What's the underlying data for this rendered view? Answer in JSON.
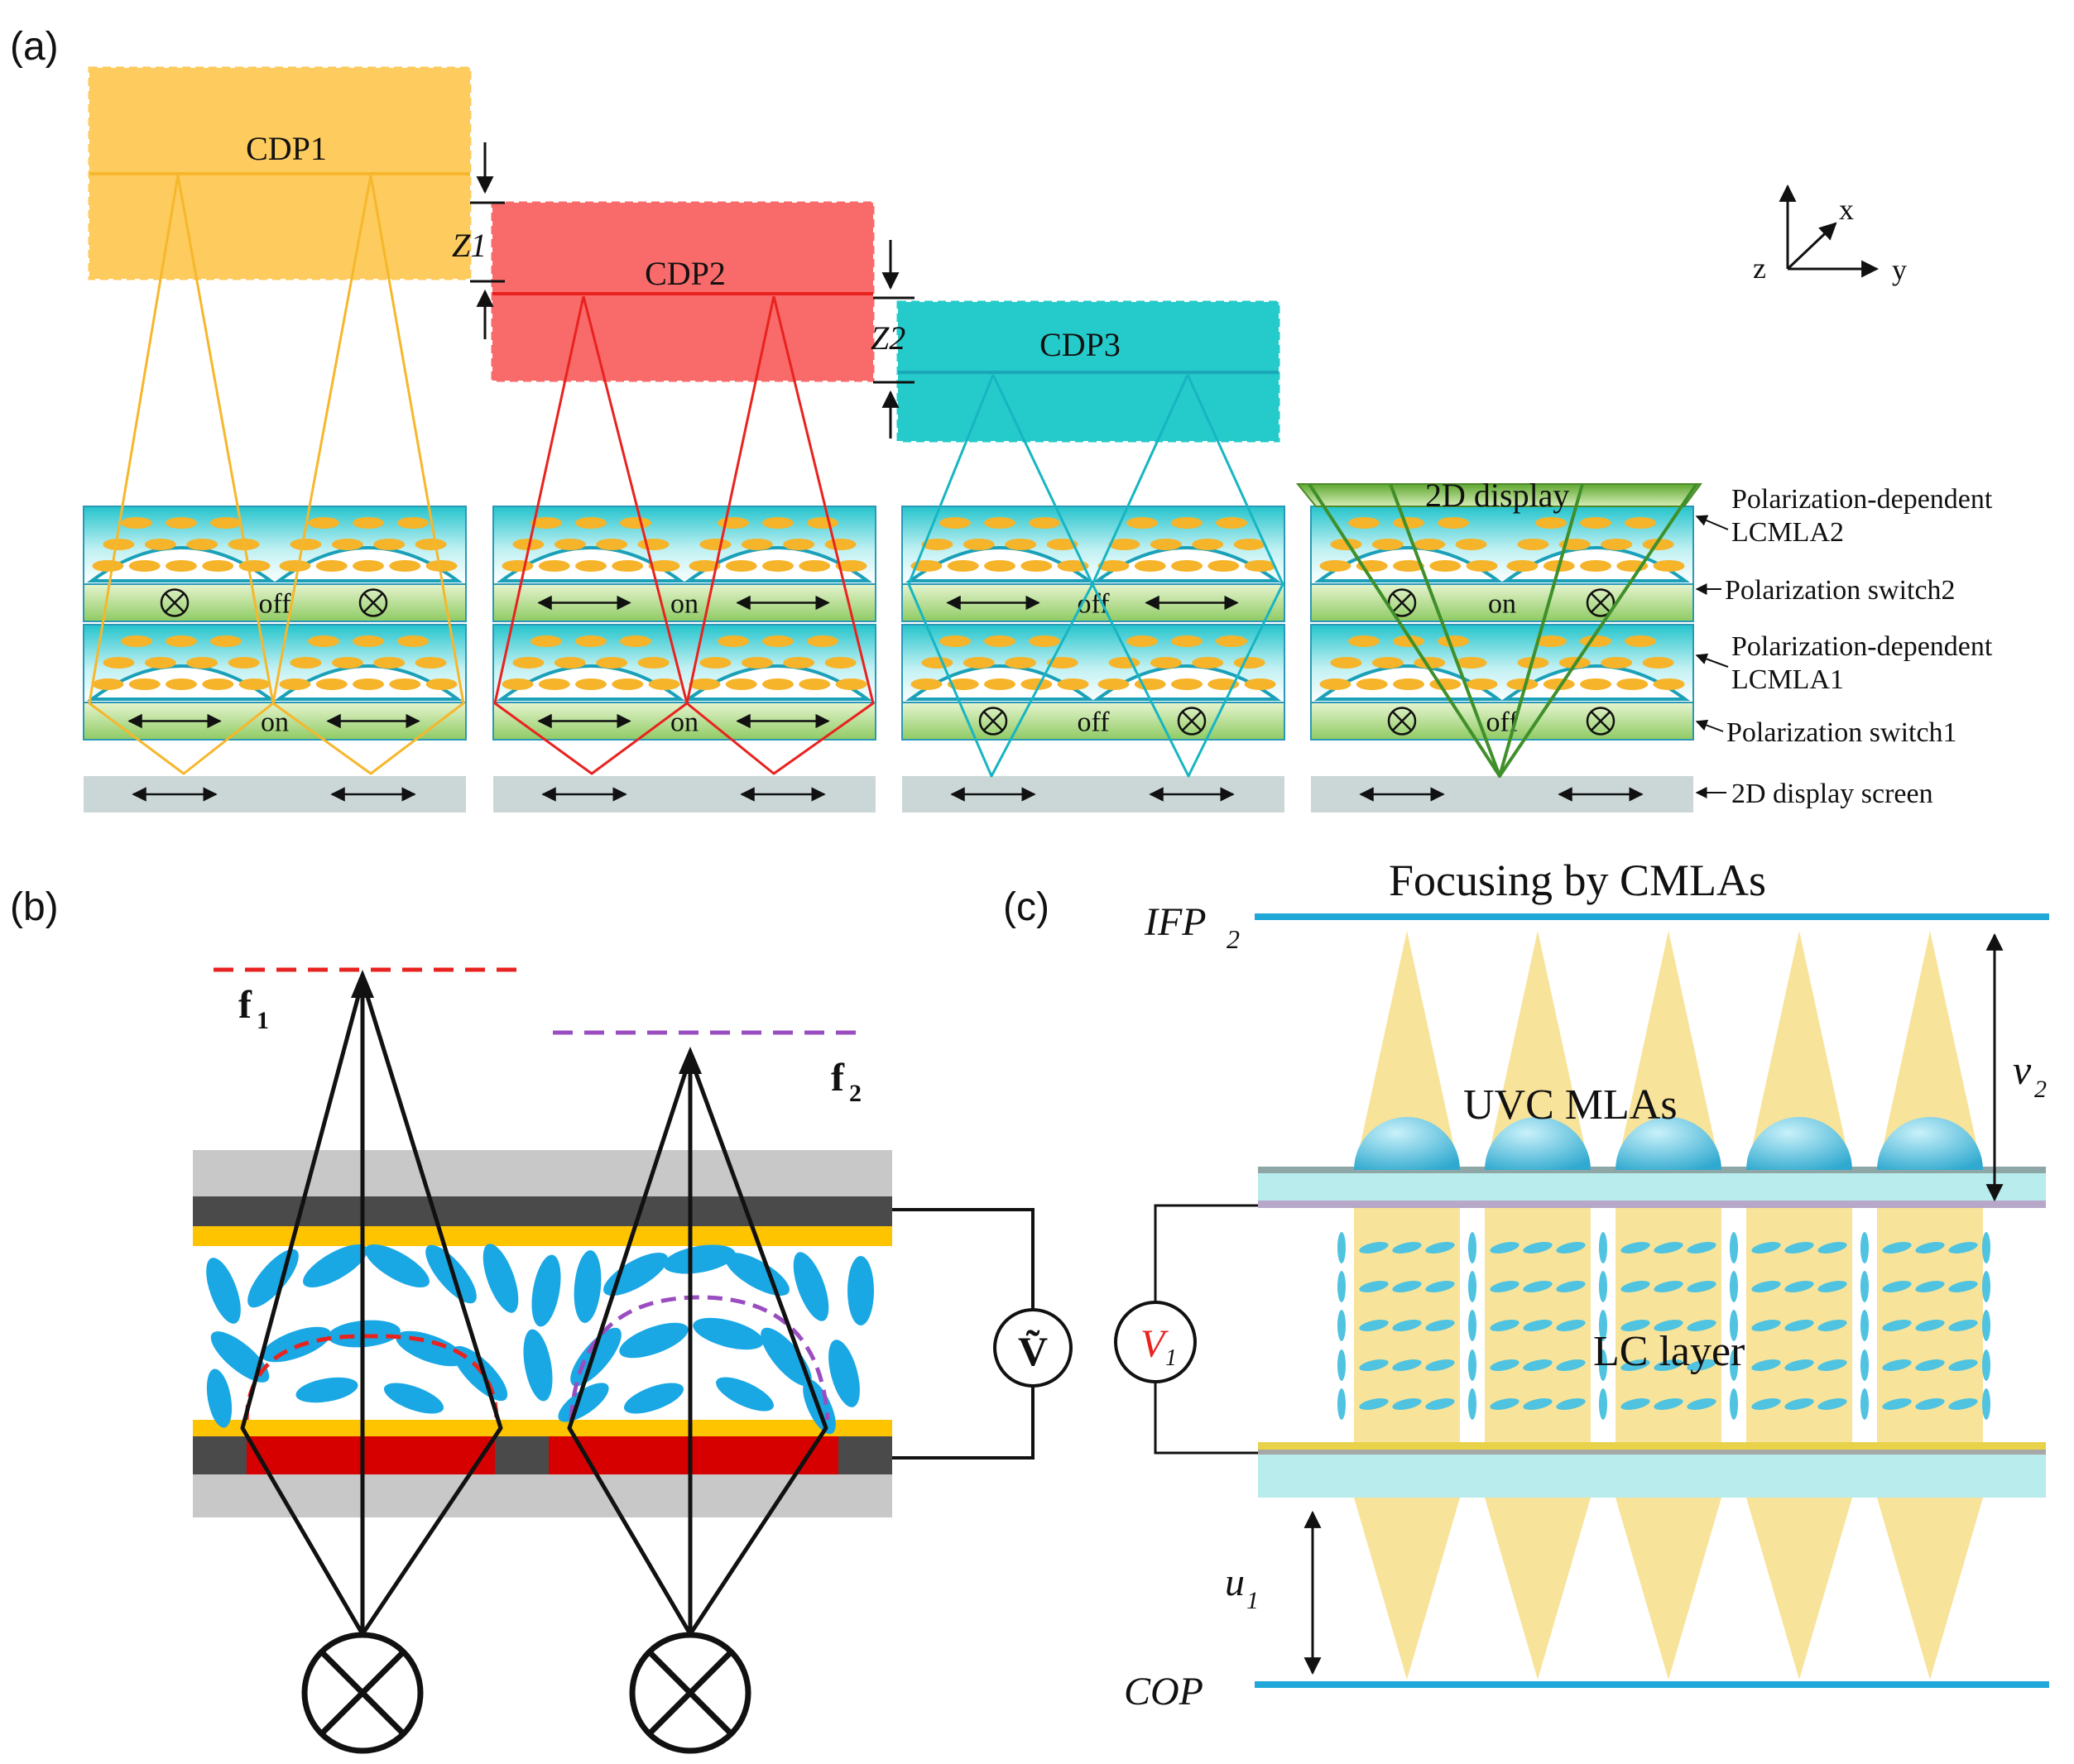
{
  "panel_a": {
    "label": "(a)",
    "cdp_planes": [
      "CDP1",
      "CDP2",
      "CDP3"
    ],
    "gaps": [
      "Z1",
      "Z2"
    ],
    "axes": {
      "x": "x",
      "y": "y",
      "z": "z"
    },
    "display_label": "2D display",
    "states": {
      "column1": {
        "switch2": "off",
        "switch1": "on"
      },
      "column2": {
        "switch2": "on",
        "switch1": "on"
      },
      "column3": {
        "switch2": "off",
        "switch1": "off"
      },
      "column4": {
        "switch2": "on",
        "switch1": "off"
      }
    },
    "layer_labels": {
      "lcmla2_line1": "Polarization-dependent",
      "lcmla2_line2": "LCMLA2",
      "switch2": "Polarization switch2",
      "lcmla1_line1": "Polarization-dependent",
      "lcmla1_line2": "LCMLA1",
      "switch1": "Polarization switch1",
      "screen": "2D display screen"
    },
    "colors": {
      "cdp1": "#FDCB5E",
      "cdp2": "#F96A6A",
      "cdp3": "#25CACA",
      "lc": "#F5B42A"
    }
  },
  "panel_b": {
    "label": "(b)",
    "f1": "f",
    "f1_sub": "1",
    "f2": "f",
    "f2_sub": "2",
    "source": "Ṽ",
    "colors": {
      "f1": "#E8231F",
      "f2": "#9A4DC0",
      "lc": "#1AA8E5",
      "electrode": "#FFC400",
      "red": "#D60000"
    }
  },
  "panel_c": {
    "label": "(c)",
    "title": "Focusing by CMLAs",
    "ifp": "IFP",
    "ifp_sub": "2",
    "cop": "COP",
    "v2": "v",
    "v2_sub": "2",
    "u1": "u",
    "u1_sub": "1",
    "uvc": "UVC MLAs",
    "lc_layer": "LC layer",
    "voltage": "V",
    "voltage_sub": "1",
    "colors": {
      "plane": "#1FA8D8",
      "cone": "#F8E39A",
      "lens": "#35B8D8",
      "substrate": "#B9ECEC"
    }
  }
}
